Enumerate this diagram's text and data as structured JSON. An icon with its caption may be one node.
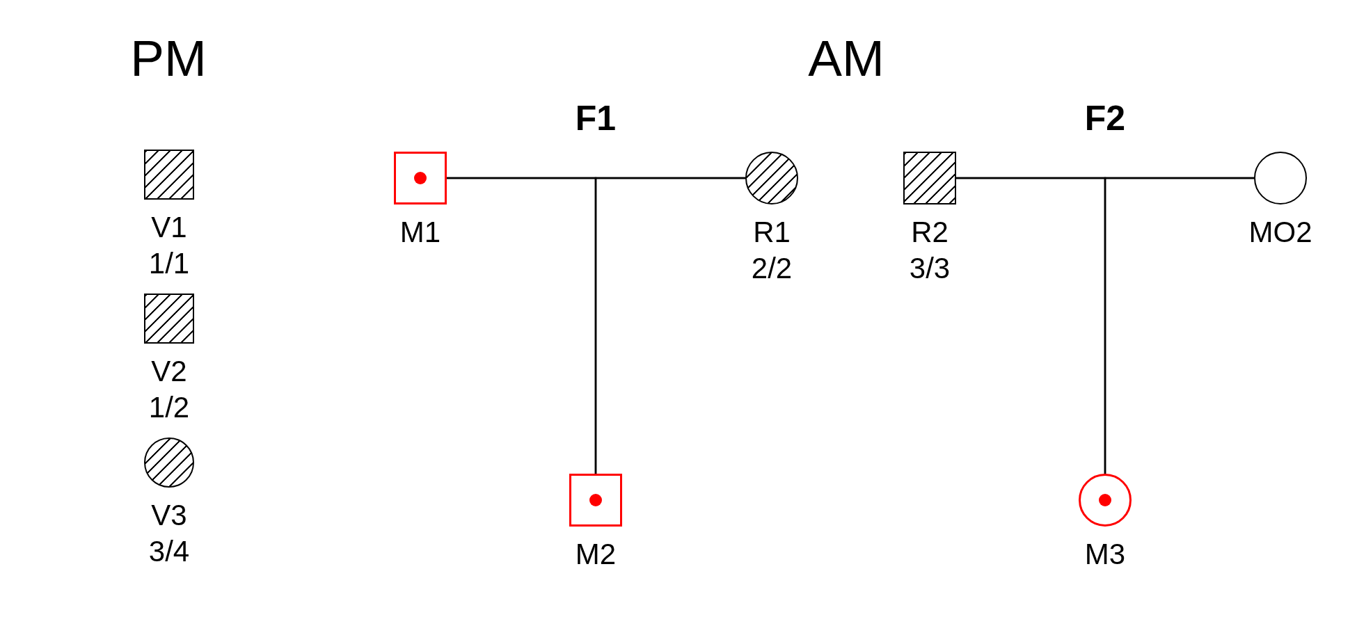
{
  "diagram": {
    "nodes": [
      {
        "text": [],
        "shape": "box",
        "beside": [
          "V1",
          "1/1"
        ]
      },
      {
        "text": [],
        "shape": "box",
        "beside": [
          "V2",
          "1/2"
        ]
      },
      {
        "text": [],
        "shape": "circle",
        "beside": [
          "V3",
          "3/4"
        ]
      },
      {
        "text": [],
        "shape": "box",
        "beside": [
          "M1"
        ]
      },
      {
        "text": [],
        "shape": "circle",
        "beside": [
          "R1",
          "2/2"
        ]
      },
      {
        "text": [],
        "shape": "box",
        "beside": [
          "M2"
        ]
      },
      {
        "text": [],
        "shape": "box",
        "beside": [
          "R2",
          "3/3"
        ]
      },
      {
        "text": [],
        "shape": "circle",
        "beside": [
          "MO2"
        ]
      },
      {
        "text": [],
        "shape": "circle",
        "beside": [
          "M3"
        ]
      }
    ],
    "edges": [
      {
        "from": 3,
        "to": 4,
        "arrow": "none"
      },
      {
        "from": 3,
        "to": 5,
        "arrow": "none"
      },
      {
        "from": 4,
        "to": 5,
        "arrow": "none"
      },
      {
        "from": 6,
        "to": 7,
        "arrow": "none"
      },
      {
        "from": 6,
        "to": 8,
        "arrow": "none"
      },
      {
        "from": 7,
        "to": 8,
        "arrow": "none"
      }
    ],
    "labels": [
      "PM",
      "AM",
      "F1",
      "F2"
    ]
  }
}
